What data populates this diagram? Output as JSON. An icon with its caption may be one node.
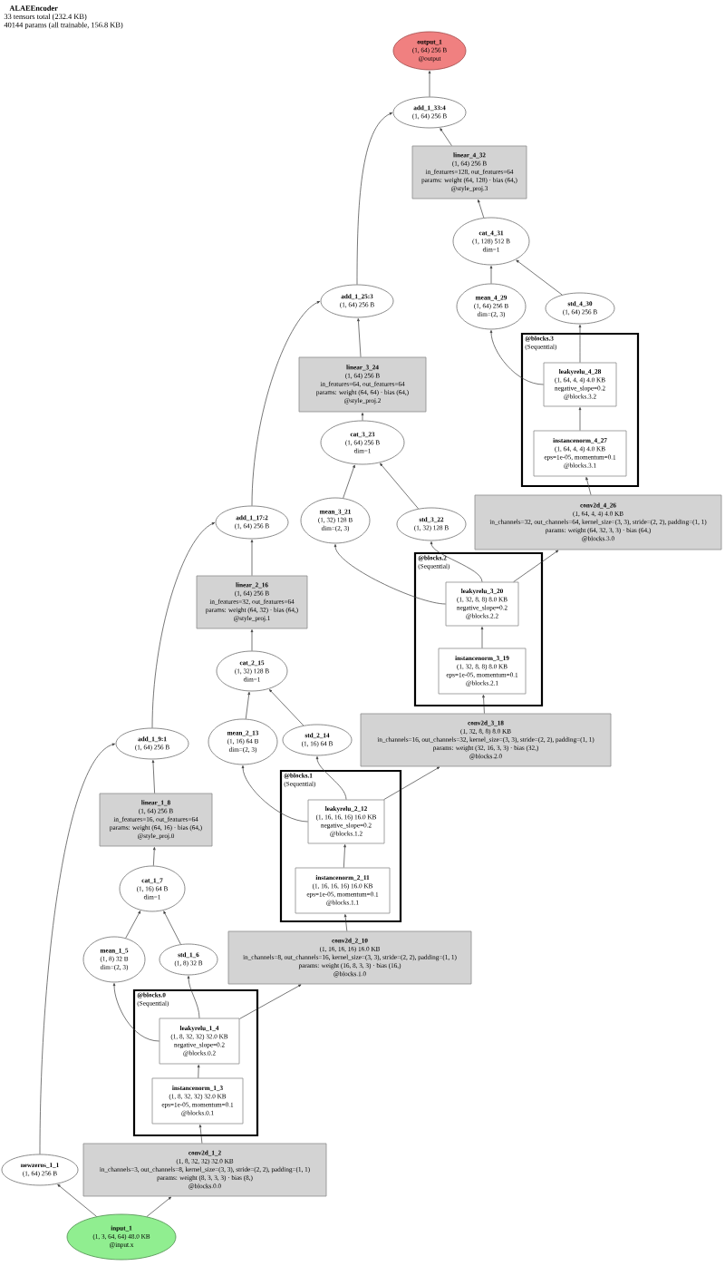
{
  "diagram": {
    "title": "ALAEEncoder",
    "labels": [
      "33 tensors total (232.4 KB)",
      "40144 params (all trainable, 156.8 KB)"
    ],
    "nodes": [
      {
        "text": [
          "input_1",
          "(1, 3, 64, 64) 48.0 KB",
          "@input.x"
        ]
      },
      {
        "text": [
          "newzeros_1_1",
          "(1, 64) 256 B"
        ]
      },
      {
        "text": [
          "conv2d_1_2",
          "(1, 8, 32, 32) 32.0 KB",
          "in_channels=3, out_channels=8, kernel_size=(3, 3), stride=(2, 2), padding=(1, 1)",
          "params: weight (8, 3, 3, 3) · bias (8,)",
          "@blocks.0.0"
        ]
      },
      {
        "text": [
          "@blocks.0",
          "(Sequential)"
        ]
      },
      {
        "text": [
          "instancenorm_1_3",
          "(1, 8, 32, 32) 32.0 KB",
          "eps=1e-05, momentum=0.1",
          "@blocks.0.1"
        ],
        "in": 3
      },
      {
        "text": [
          "leakyrelu_1_4",
          "(1, 8, 32, 32) 32.0 KB",
          "negative_slope=0.2",
          "@blocks.0.2"
        ],
        "in": 3
      },
      {
        "text": [
          "mean_1_5",
          "(1, 8) 32 B",
          "dim=(2, 3)"
        ]
      },
      {
        "text": [
          "std_1_6",
          "(1, 8) 32 B"
        ]
      },
      {
        "text": [
          "cat_1_7",
          "(1, 16) 64 B",
          "dim=1"
        ]
      },
      {
        "text": [
          "linear_1_8",
          "(1, 64) 256 B",
          "in_features=16, out_features=64",
          "params: weight (64, 16) · bias (64,)",
          "@style_proj.0"
        ]
      },
      {
        "text": [
          "add_1_9:1",
          "(1, 64) 256 B"
        ]
      },
      {
        "text": [
          "conv2d_2_10",
          "(1, 16, 16, 16) 16.0 KB",
          "in_channels=8, out_channels=16, kernel_size=(3, 3), stride=(2, 2), padding=(1, 1)",
          "params: weight (16, 8, 3, 3) · bias (16,)",
          "@blocks.1.0"
        ]
      },
      {
        "text": [
          "@blocks.1",
          "(Sequential)"
        ]
      },
      {
        "text": [
          "instancenorm_2_11",
          "(1, 16, 16, 16) 16.0 KB",
          "eps=1e-05, momentum=0.1",
          "@blocks.1.1"
        ],
        "in": 12
      },
      {
        "text": [
          "leakyrelu_2_12",
          "(1, 16, 16, 16) 16.0 KB",
          "negative_slope=0.2",
          "@blocks.1.2"
        ],
        "in": 12
      },
      {
        "text": [
          "mean_2_13",
          "(1, 16) 64 B",
          "dim=(2, 3)"
        ]
      },
      {
        "text": [
          "std_2_14",
          "(1, 16) 64 B"
        ]
      },
      {
        "text": [
          "cat_2_15",
          "(1, 32) 128 B",
          "dim=1"
        ]
      },
      {
        "text": [
          "linear_2_16",
          "(1, 64) 256 B",
          "in_features=32, out_features=64",
          "params: weight (64, 32) · bias (64,)",
          "@style_proj.1"
        ]
      },
      {
        "text": [
          "add_1_17:2",
          "(1, 64) 256 B"
        ]
      },
      {
        "text": [
          "conv2d_3_18",
          "(1, 32, 8, 8) 8.0 KB",
          "in_channels=16, out_channels=32, kernel_size=(3, 3), stride=(2, 2), padding=(1, 1)",
          "params: weight (32, 16, 3, 3) · bias (32,)",
          "@blocks.2.0"
        ]
      },
      {
        "text": [
          "@blocks.2",
          "(Sequential)"
        ]
      },
      {
        "text": [
          "instancenorm_3_19",
          "(1, 32, 8, 8) 8.0 KB",
          "eps=1e-05, momentum=0.1",
          "@blocks.2.1"
        ],
        "in": 21
      },
      {
        "text": [
          "leakyrelu_3_20",
          "(1, 32, 8, 8) 8.0 KB",
          "negative_slope=0.2",
          "@blocks.2.2"
        ],
        "in": 21
      },
      {
        "text": [
          "mean_3_21",
          "(1, 32) 128 B",
          "dim=(2, 3)"
        ]
      },
      {
        "text": [
          "std_3_22",
          "(1, 32) 128 B"
        ]
      },
      {
        "text": [
          "cat_3_23",
          "(1, 64) 256 B",
          "dim=1"
        ]
      },
      {
        "text": [
          "linear_3_24",
          "(1, 64) 256 B",
          "in_features=64, out_features=64",
          "params: weight (64, 64) · bias (64,)",
          "@style_proj.2"
        ]
      },
      {
        "text": [
          "add_1_25:3",
          "(1, 64) 256 B"
        ]
      },
      {
        "text": [
          "conv2d_4_26",
          "(1, 64, 4, 4) 4.0 KB",
          "in_channels=32, out_channels=64, kernel_size=(3, 3), stride=(2, 2), padding=(1, 1)",
          "params: weight (64, 32, 3, 3) · bias (64,)",
          "@blocks.3.0"
        ]
      },
      {
        "text": [
          "@blocks.3",
          "(Sequential)"
        ]
      },
      {
        "text": [
          "instancenorm_4_27",
          "(1, 64, 4, 4) 4.0 KB",
          "eps=1e-05, momentum=0.1",
          "@blocks.3.1"
        ],
        "in": 30
      },
      {
        "text": [
          "leakyrelu_4_28",
          "(1, 64, 4, 4) 4.0 KB",
          "negative_slope=0.2",
          "@blocks.3.2"
        ],
        "in": 30
      },
      {
        "text": [
          "mean_4_29",
          "(1, 64) 256 B",
          "dim=(2, 3)"
        ]
      },
      {
        "text": [
          "std_4_30",
          "(1, 64) 256 B"
        ]
      },
      {
        "text": [
          "cat_4_31",
          "(1, 128) 512 B",
          "dim=1"
        ]
      },
      {
        "text": [
          "linear_4_32",
          "(1, 64) 256 B",
          "in_features=128, out_features=64",
          "params: weight (64, 128) · bias (64,)",
          "@style_proj.3"
        ]
      },
      {
        "text": [
          "add_1_33:4",
          "(1, 64) 256 B"
        ]
      },
      {
        "text": [
          "output_1",
          "(1, 64) 256 B",
          "@output"
        ]
      }
    ],
    "edges": [
      {
        "from": 0,
        "to": 1,
        "arrow": "to"
      },
      {
        "from": 0,
        "to": 2,
        "arrow": "to"
      },
      {
        "from": 2,
        "to": 4,
        "arrow": "to"
      },
      {
        "from": 4,
        "to": 5,
        "arrow": "to"
      },
      {
        "from": 5,
        "to": 6,
        "arrow": "to"
      },
      {
        "from": 5,
        "to": 7,
        "arrow": "to"
      },
      {
        "from": 6,
        "to": 8,
        "arrow": "to"
      },
      {
        "from": 7,
        "to": 8,
        "arrow": "to"
      },
      {
        "from": 8,
        "to": 9,
        "arrow": "to"
      },
      {
        "from": 9,
        "to": 10,
        "arrow": "to"
      },
      {
        "from": 1,
        "to": 10,
        "arrow": "to"
      },
      {
        "from": 5,
        "to": 11,
        "arrow": "to"
      },
      {
        "from": 11,
        "to": 13,
        "arrow": "to"
      },
      {
        "from": 13,
        "to": 14,
        "arrow": "to"
      },
      {
        "from": 14,
        "to": 15,
        "arrow": "to"
      },
      {
        "from": 14,
        "to": 16,
        "arrow": "to"
      },
      {
        "from": 15,
        "to": 17,
        "arrow": "to"
      },
      {
        "from": 16,
        "to": 17,
        "arrow": "to"
      },
      {
        "from": 17,
        "to": 18,
        "arrow": "to"
      },
      {
        "from": 18,
        "to": 19,
        "arrow": "to"
      },
      {
        "from": 10,
        "to": 19,
        "arrow": "to"
      },
      {
        "from": 14,
        "to": 20,
        "arrow": "to"
      },
      {
        "from": 20,
        "to": 22,
        "arrow": "to"
      },
      {
        "from": 22,
        "to": 23,
        "arrow": "to"
      },
      {
        "from": 23,
        "to": 24,
        "arrow": "to"
      },
      {
        "from": 23,
        "to": 25,
        "arrow": "to"
      },
      {
        "from": 24,
        "to": 26,
        "arrow": "to"
      },
      {
        "from": 25,
        "to": 26,
        "arrow": "to"
      },
      {
        "from": 26,
        "to": 27,
        "arrow": "to"
      },
      {
        "from": 27,
        "to": 28,
        "arrow": "to"
      },
      {
        "from": 19,
        "to": 28,
        "arrow": "to"
      },
      {
        "from": 23,
        "to": 29,
        "arrow": "to"
      },
      {
        "from": 29,
        "to": 31,
        "arrow": "to"
      },
      {
        "from": 31,
        "to": 32,
        "arrow": "to"
      },
      {
        "from": 32,
        "to": 33,
        "arrow": "to"
      },
      {
        "from": 32,
        "to": 34,
        "arrow": "to"
      },
      {
        "from": 33,
        "to": 35,
        "arrow": "to"
      },
      {
        "from": 34,
        "to": 35,
        "arrow": "to"
      },
      {
        "from": 35,
        "to": 36,
        "arrow": "to"
      },
      {
        "from": 36,
        "to": 37,
        "arrow": "to"
      },
      {
        "from": 28,
        "to": 37,
        "arrow": "to"
      },
      {
        "from": 37,
        "to": 38,
        "arrow": "to"
      }
    ]
  }
}
